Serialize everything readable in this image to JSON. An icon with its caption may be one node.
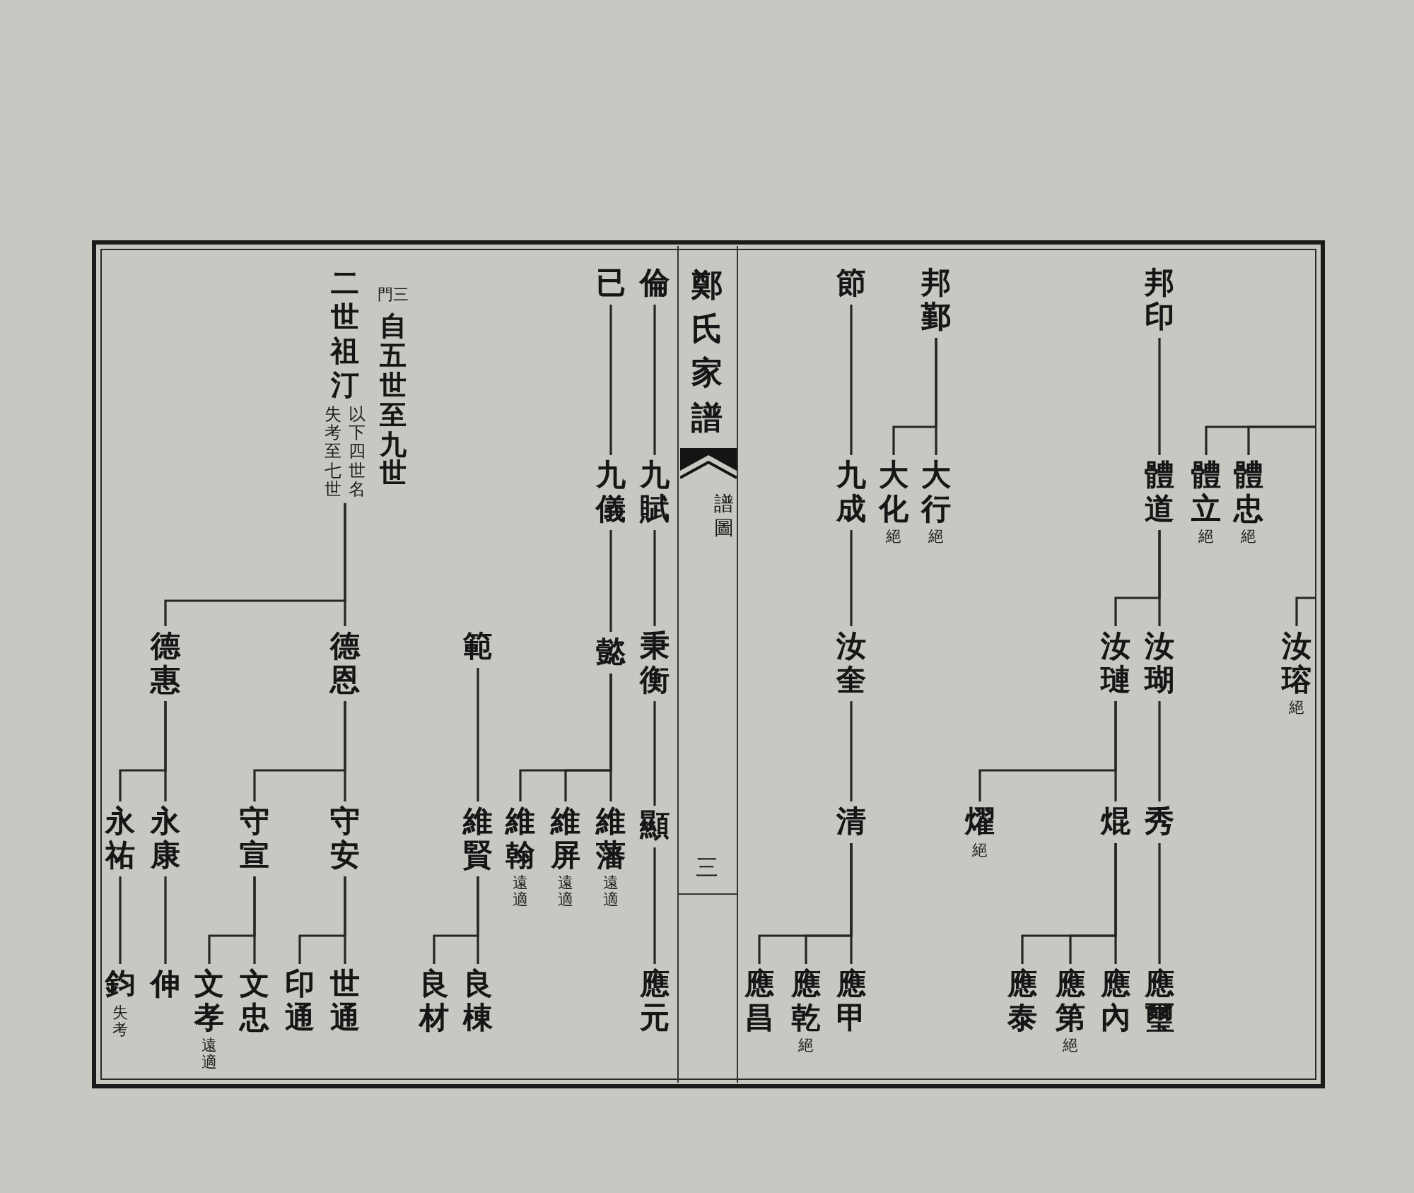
{
  "diagram": {
    "title": "鄭氏家譜",
    "nodes": [
      {
        "text": [
          "邦印"
        ]
      },
      {
        "text": [
          "邦鄞"
        ]
      },
      {
        "text": [
          "節"
        ]
      },
      {
        "text": [
          "體忠"
        ],
        "beside": [
          "絕"
        ]
      },
      {
        "text": [
          "體立"
        ],
        "beside": [
          "絕"
        ]
      },
      {
        "text": [
          "體道"
        ]
      },
      {
        "text": [
          "大行"
        ],
        "beside": [
          "絕"
        ]
      },
      {
        "text": [
          "大化"
        ],
        "beside": [
          "絕"
        ]
      },
      {
        "text": [
          "九成"
        ]
      },
      {
        "text": [
          "汝瑢"
        ],
        "beside": [
          "絕"
        ]
      },
      {
        "text": [
          "汝瑚"
        ]
      },
      {
        "text": [
          "汝璉"
        ]
      },
      {
        "text": [
          "汝奎"
        ]
      },
      {
        "text": [
          "秀"
        ]
      },
      {
        "text": [
          "焜"
        ]
      },
      {
        "text": [
          "燿"
        ],
        "beside": [
          "絕"
        ]
      },
      {
        "text": [
          "清"
        ]
      },
      {
        "text": [
          "應璽"
        ]
      },
      {
        "text": [
          "應內"
        ]
      },
      {
        "text": [
          "應第"
        ],
        "beside": [
          "絕"
        ]
      },
      {
        "text": [
          "應泰"
        ]
      },
      {
        "text": [
          "應甲"
        ]
      },
      {
        "text": [
          "應乾"
        ],
        "beside": [
          "絕"
        ]
      },
      {
        "text": [
          "應昌"
        ]
      },
      {
        "text": [
          "倫"
        ]
      },
      {
        "text": [
          "已"
        ]
      },
      {
        "text": [
          "九賦"
        ]
      },
      {
        "text": [
          "九儀"
        ]
      },
      {
        "text": [
          "秉衡"
        ]
      },
      {
        "text": [
          "懿"
        ]
      },
      {
        "text": [
          "範"
        ]
      },
      {
        "text": [
          "顯"
        ]
      },
      {
        "text": [
          "維藩"
        ],
        "beside": [
          "遠適"
        ]
      },
      {
        "text": [
          "維屏"
        ],
        "beside": [
          "遠適"
        ]
      },
      {
        "text": [
          "維翰"
        ],
        "beside": [
          "遠適"
        ]
      },
      {
        "text": [
          "維賢"
        ]
      },
      {
        "text": [
          "應元"
        ]
      },
      {
        "text": [
          "良棟"
        ]
      },
      {
        "text": [
          "良材"
        ]
      },
      {
        "text": [
          "二世祖汀"
        ],
        "beside": [
          "以下四世名",
          "失考至七世"
        ]
      },
      {
        "text": [
          "德恩"
        ]
      },
      {
        "text": [
          "德惠"
        ]
      },
      {
        "text": [
          "守安"
        ]
      },
      {
        "text": [
          "守宣"
        ]
      },
      {
        "text": [
          "永康"
        ]
      },
      {
        "text": [
          "永祐"
        ]
      },
      {
        "text": [
          "世通"
        ]
      },
      {
        "text": [
          "印通"
        ]
      },
      {
        "text": [
          "文忠"
        ]
      },
      {
        "text": [
          "文孝"
        ],
        "beside": [
          "遠適"
        ]
      },
      {
        "text": [
          "伸"
        ]
      },
      {
        "text": [
          "鈞"
        ],
        "beside": [
          "失考"
        ]
      }
    ],
    "edges": [
      {
        "from": 0,
        "to": 5,
        "arrow": "none"
      },
      {
        "from": null,
        "to": 3,
        "arrow": "none"
      },
      {
        "from": null,
        "to": 4,
        "arrow": "none"
      },
      {
        "from": 1,
        "to": 6,
        "arrow": "none"
      },
      {
        "from": 1,
        "to": 7,
        "arrow": "none"
      },
      {
        "from": 2,
        "to": 8,
        "arrow": "none"
      },
      {
        "from": null,
        "to": 9,
        "arrow": "none"
      },
      {
        "from": 5,
        "to": 10,
        "arrow": "none"
      },
      {
        "from": 5,
        "to": 11,
        "arrow": "none"
      },
      {
        "from": 8,
        "to": 12,
        "arrow": "none"
      },
      {
        "from": 10,
        "to": 13,
        "arrow": "none"
      },
      {
        "from": 11,
        "to": 14,
        "arrow": "none"
      },
      {
        "from": 11,
        "to": 15,
        "arrow": "none"
      },
      {
        "from": 12,
        "to": 16,
        "arrow": "none"
      },
      {
        "from": 13,
        "to": 17,
        "arrow": "none"
      },
      {
        "from": 14,
        "to": 18,
        "arrow": "none"
      },
      {
        "from": 14,
        "to": 19,
        "arrow": "none"
      },
      {
        "from": 14,
        "to": 20,
        "arrow": "none"
      },
      {
        "from": 16,
        "to": 21,
        "arrow": "none"
      },
      {
        "from": 16,
        "to": 22,
        "arrow": "none"
      },
      {
        "from": 16,
        "to": 23,
        "arrow": "none"
      },
      {
        "from": 24,
        "to": 26,
        "arrow": "none"
      },
      {
        "from": 25,
        "to": 27,
        "arrow": "none"
      },
      {
        "from": 26,
        "to": 28,
        "arrow": "none"
      },
      {
        "from": 27,
        "to": 29,
        "arrow": "none"
      },
      {
        "from": 28,
        "to": 31,
        "arrow": "none"
      },
      {
        "from": 29,
        "to": 32,
        "arrow": "none"
      },
      {
        "from": 29,
        "to": 33,
        "arrow": "none"
      },
      {
        "from": 29,
        "to": 34,
        "arrow": "none"
      },
      {
        "from": 30,
        "to": 35,
        "arrow": "none"
      },
      {
        "from": 31,
        "to": 36,
        "arrow": "none"
      },
      {
        "from": 35,
        "to": 37,
        "arrow": "none"
      },
      {
        "from": 35,
        "to": 38,
        "arrow": "none"
      },
      {
        "from": 39,
        "to": 40,
        "arrow": "none"
      },
      {
        "from": 39,
        "to": 41,
        "arrow": "none"
      },
      {
        "from": 40,
        "to": 42,
        "arrow": "none"
      },
      {
        "from": 40,
        "to": 43,
        "arrow": "none"
      },
      {
        "from": 41,
        "to": 44,
        "arrow": "none"
      },
      {
        "from": 41,
        "to": 45,
        "arrow": "none"
      },
      {
        "from": 42,
        "to": 46,
        "arrow": "none"
      },
      {
        "from": 42,
        "to": 47,
        "arrow": "none"
      },
      {
        "from": 43,
        "to": 48,
        "arrow": "none"
      },
      {
        "from": 43,
        "to": 49,
        "arrow": "none"
      },
      {
        "from": 44,
        "to": 50,
        "arrow": "none"
      },
      {
        "from": 45,
        "to": 51,
        "arrow": "none"
      }
    ],
    "labels": [
      "譜圖",
      "三",
      "三門",
      "自五世至九世"
    ]
  }
}
